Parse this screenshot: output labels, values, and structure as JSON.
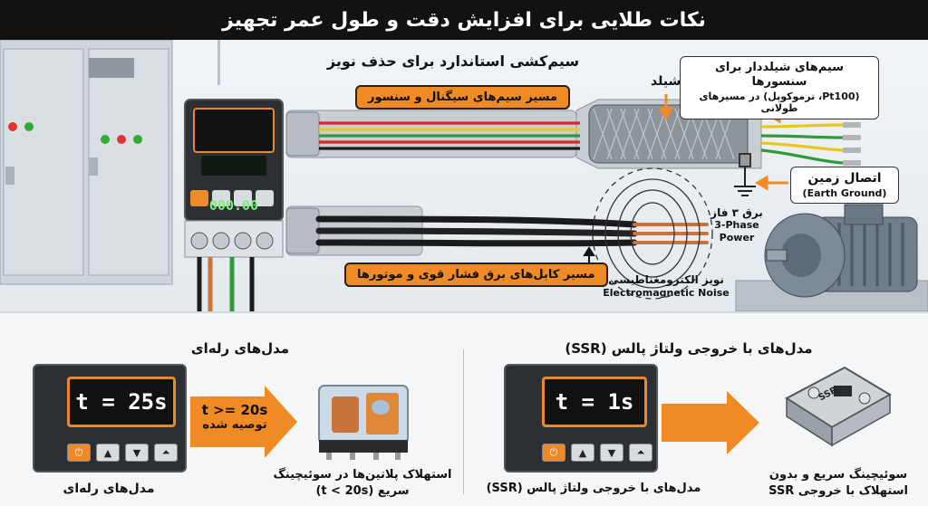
{
  "header": {
    "title": "نکات طلایی برای افزایش دقت و طول عمر تجهیز"
  },
  "top": {
    "section_title": "سیم‌کشی استاندارد برای حذف نویز",
    "signal_path_label": "مسیر سیم‌های سیگنال و سنسور",
    "power_path_label": "مسیر کابل‌های برق فشار قوی و موتورها",
    "shield_label": "شیلد",
    "shielded_wires": {
      "line1": "سیم‌های شیلددار برای سنسورها",
      "line2": "(Pt100، ترموکوپل) در مسیرهای طولانی"
    },
    "earth": {
      "fa": "اتصال زمین",
      "en": "(Earth Ground)"
    },
    "three_phase": {
      "fa": "برق ۳ فاز",
      "en1": "3-Phase",
      "en2": "Power"
    },
    "noise": {
      "fa": "نویز الکترومغناطیسی",
      "en": "Electromagnetic Noise"
    },
    "controller_display": "000.00"
  },
  "relay": {
    "title": "مدل‌های رله‌ای",
    "display": "t = 25s",
    "arrow_line1": "t >= 20s",
    "arrow_line2": "توصیه شده",
    "caption": "مدل‌های رله‌ای",
    "result_line1": "استهلاک پلاتین‌ها در سوئیچینگ",
    "result_line2": "سریع (t < 20s)"
  },
  "ssr": {
    "title": "مدل‌های با خروجی ولتاژ پالس (SSR)",
    "display": "t = 1s",
    "caption": "مدل‌های با خروجی ولتاژ پالس (SSR)",
    "result_line1": "سوئیچینگ سریع و بدون",
    "result_line2": "استهلاک با خروجی SSR",
    "device_label": "SSR"
  },
  "icons": {
    "power": "⏻",
    "up": "▲",
    "down": "▼",
    "double_up": "⏶"
  },
  "colors": {
    "accent": "#f08a24",
    "header_bg": "#121212",
    "wire_red": "#d8262b",
    "wire_yellow": "#e9c81d",
    "wire_green": "#2f9a3a",
    "wire_black": "#1b1b1b",
    "copper": "#c8733a"
  }
}
